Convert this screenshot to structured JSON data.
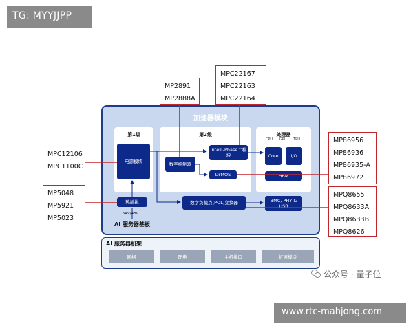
{
  "watermarks": {
    "tg": "TG: MYYJJPP",
    "site": "www.rtc-mahjong.com",
    "wechat_account": "公众号 · 量子位"
  },
  "accelerator_module": {
    "title": "加速器模块",
    "stage1": {
      "title": "第1级",
      "power_module": "电源模块"
    },
    "stage2": {
      "title": "第2级",
      "digital_controller": "数字控制器",
      "intelli_phase": "Intelli-Phase™模块",
      "drmos": "DrMOS",
      "pol_converter": "数字负载点(POL)变换器"
    },
    "processor": {
      "title": "处理器",
      "units": [
        "CPU",
        "GPU",
        "TPU"
      ],
      "core": "Core",
      "io": "I/O",
      "hbm": "HBM",
      "bmc": "BMC, PHY & USB"
    }
  },
  "baseboard": {
    "hot_swap": "热插拔",
    "voltage": "54V/48V",
    "label": "AI 服务器基板"
  },
  "rack": {
    "title": "AI 服务器机架",
    "buttons": [
      "网络",
      "配电",
      "主机接口",
      "扩展模块"
    ]
  },
  "parts": {
    "stage1_controllers": [
      "MPC12106",
      "MPC1100C"
    ],
    "hot_swap_parts": [
      "MP5048",
      "MP5921",
      "MP5023"
    ],
    "digital_controller_parts": [
      "MP2891",
      "MP2888A"
    ],
    "intelli_phase_parts": [
      "MPC22167",
      "MPC22163",
      "MPC22164"
    ],
    "drmos_parts": [
      "MP86956",
      "MP86936",
      "MP86935-A",
      "MP86972"
    ],
    "pol_parts": [
      "MPQ8655",
      "MPQ8633A",
      "MPQ8633B",
      "MPQ8626"
    ]
  },
  "colors": {
    "dark_blue": "#0d2a8a",
    "callout_red": "#c0272d",
    "module_bg": "#c9d8ee"
  }
}
